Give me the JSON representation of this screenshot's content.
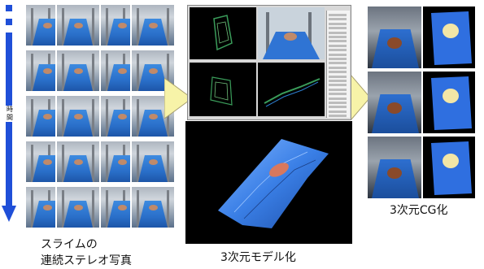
{
  "time_label": "時間",
  "captions": {
    "stereo_photos": [
      "スライムの",
      "連続ステレオ写真"
    ],
    "model": "3次元モデル化",
    "cg": "3次元CG化"
  },
  "colors": {
    "time_arrow": "#1f4fd8",
    "flow_arrow": "#f7f3a8",
    "cloth_blue": "#2a6fc9"
  }
}
